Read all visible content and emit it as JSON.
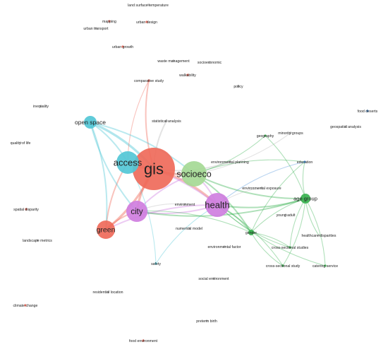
{
  "diagram": {
    "type": "keyword co-occurrence network",
    "clusters": {
      "red": "#ef6a5a",
      "cyan": "#52c7d6",
      "green_light": "#a5d995",
      "purple": "#cf7ee0",
      "green": "#38b24f",
      "blue": "#4a90d9",
      "gray": "#b8b8b8"
    },
    "nodes": [
      {
        "id": "gis",
        "label": "gis",
        "cluster": "red",
        "weight": 10
      },
      {
        "id": "access",
        "label": "access",
        "cluster": "cyan",
        "weight": 5
      },
      {
        "id": "socioeco",
        "label": "socioeco",
        "cluster": "green_light",
        "weight": 5
      },
      {
        "id": "health",
        "label": "health",
        "cluster": "purple",
        "weight": 5
      },
      {
        "id": "city",
        "label": "city",
        "cluster": "purple",
        "weight": 4
      },
      {
        "id": "green",
        "label": "green",
        "cluster": "red",
        "weight": 4
      },
      {
        "id": "open_space",
        "label": "open space",
        "cluster": "cyan",
        "weight": 3
      },
      {
        "id": "age_group",
        "label": "age group",
        "cluster": "green",
        "weight": 2
      },
      {
        "id": "land_surface_temperature",
        "label": "land surface temperature",
        "cluster": "gray",
        "weight": 0
      },
      {
        "id": "mapping",
        "label": "mapping",
        "cluster": "red",
        "weight": 0
      },
      {
        "id": "urban_transport",
        "label": "urban transport",
        "cluster": "gray",
        "weight": 0
      },
      {
        "id": "urban_design",
        "label": "urban design",
        "cluster": "red",
        "weight": 0
      },
      {
        "id": "urban_growth",
        "label": "urban growth",
        "cluster": "red",
        "weight": 0
      },
      {
        "id": "waste_management",
        "label": "waste management",
        "cluster": "gray",
        "weight": 0
      },
      {
        "id": "socioeconomic",
        "label": "socioeconomic",
        "cluster": "gray",
        "weight": 0
      },
      {
        "id": "walkability",
        "label": "walkability",
        "cluster": "red",
        "weight": 0
      },
      {
        "id": "comparative_study",
        "label": "comparative study",
        "cluster": "red",
        "weight": 0
      },
      {
        "id": "policy",
        "label": "policy",
        "cluster": "gray",
        "weight": 0
      },
      {
        "id": "inequality",
        "label": "inequality",
        "cluster": "gray",
        "weight": 0
      },
      {
        "id": "food_deserts",
        "label": "food deserts",
        "cluster": "blue",
        "weight": 0
      },
      {
        "id": "geospatial_analysis",
        "label": "geospatial analysis",
        "cluster": "gray",
        "weight": 0
      },
      {
        "id": "statistical_analysis",
        "label": "statistical analysis",
        "cluster": "gray",
        "weight": 0
      },
      {
        "id": "quality_of_life",
        "label": "quality of life",
        "cluster": "gray",
        "weight": 0
      },
      {
        "id": "geography",
        "label": "geography",
        "cluster": "green",
        "weight": 0
      },
      {
        "id": "minority_groups",
        "label": "minority groups",
        "cluster": "gray",
        "weight": 0
      },
      {
        "id": "environmental_planning",
        "label": "environmental planning",
        "cluster": "gray",
        "weight": 0
      },
      {
        "id": "education",
        "label": "education",
        "cluster": "blue",
        "weight": 0
      },
      {
        "id": "environmental_exposure",
        "label": "environmental exposure",
        "cluster": "gray",
        "weight": 0
      },
      {
        "id": "spatial_disparity",
        "label": "spatial disparity",
        "cluster": "red",
        "weight": 0
      },
      {
        "id": "environment",
        "label": "environment",
        "cluster": "gray",
        "weight": 0
      },
      {
        "id": "young_adult",
        "label": "young adult",
        "cluster": "gray",
        "weight": 0
      },
      {
        "id": "numerical_model",
        "label": "numerical model",
        "cluster": "gray",
        "weight": 0
      },
      {
        "id": "landscape_metrics",
        "label": "landscape metrics",
        "cluster": "gray",
        "weight": 0
      },
      {
        "id": "gender",
        "label": "gender",
        "cluster": "green",
        "weight": 1
      },
      {
        "id": "healthcare_disparities",
        "label": "healthcare disparities",
        "cluster": "gray",
        "weight": 0
      },
      {
        "id": "environmental_factor",
        "label": "environmental factor",
        "cluster": "gray",
        "weight": 0
      },
      {
        "id": "cross_sectional_studies",
        "label": "cross-sectional studies",
        "cluster": "green",
        "weight": 0
      },
      {
        "id": "safety",
        "label": "safety",
        "cluster": "cyan",
        "weight": 0
      },
      {
        "id": "cross_sectional_study",
        "label": "cross-sectional study",
        "cluster": "green",
        "weight": 0
      },
      {
        "id": "catering_service",
        "label": "catering service",
        "cluster": "green",
        "weight": 0
      },
      {
        "id": "social_environment",
        "label": "social environment",
        "cluster": "gray",
        "weight": 0
      },
      {
        "id": "residential_location",
        "label": "residential location",
        "cluster": "gray",
        "weight": 0
      },
      {
        "id": "climate_change",
        "label": "climate change",
        "cluster": "red",
        "weight": 0
      },
      {
        "id": "preterm_birth",
        "label": "preterm birth",
        "cluster": "gray",
        "weight": 0
      },
      {
        "id": "food_environment",
        "label": "food environment",
        "cluster": "red",
        "weight": 0
      }
    ],
    "edges": [
      {
        "s": "gis",
        "t": "access",
        "c": "red"
      },
      {
        "s": "gis",
        "t": "socioeco",
        "c": "red"
      },
      {
        "s": "gis",
        "t": "health",
        "c": "red"
      },
      {
        "s": "gis",
        "t": "city",
        "c": "red"
      },
      {
        "s": "gis",
        "t": "green",
        "c": "red"
      },
      {
        "s": "gis",
        "t": "open_space",
        "c": "cyan"
      },
      {
        "s": "gis",
        "t": "comparative_study",
        "c": "red"
      },
      {
        "s": "access",
        "t": "green",
        "c": "red"
      },
      {
        "s": "access",
        "t": "health",
        "c": "purple"
      },
      {
        "s": "access",
        "t": "open_space",
        "c": "cyan"
      },
      {
        "s": "access",
        "t": "comparative_study",
        "c": "red"
      },
      {
        "s": "city",
        "t": "health",
        "c": "purple"
      },
      {
        "s": "city",
        "t": "socioeco",
        "c": "purple"
      },
      {
        "s": "city",
        "t": "green",
        "c": "red"
      },
      {
        "s": "green",
        "t": "health",
        "c": "purple"
      },
      {
        "s": "green",
        "t": "open_space",
        "c": "cyan"
      },
      {
        "s": "open_space",
        "t": "socioeco",
        "c": "cyan"
      },
      {
        "s": "open_space",
        "t": "city",
        "c": "cyan"
      },
      {
        "s": "socioeco",
        "t": "health",
        "c": "purple"
      },
      {
        "s": "socioeco",
        "t": "age_group",
        "c": "green"
      },
      {
        "s": "socioeco",
        "t": "education",
        "c": "green"
      },
      {
        "s": "socioeco",
        "t": "geography",
        "c": "green"
      },
      {
        "s": "socioeco",
        "t": "gender",
        "c": "green"
      },
      {
        "s": "health",
        "t": "age_group",
        "c": "green"
      },
      {
        "s": "health",
        "t": "gender",
        "c": "green"
      },
      {
        "s": "health",
        "t": "cross_sectional_studies",
        "c": "green"
      },
      {
        "s": "health",
        "t": "cross_sectional_study",
        "c": "green"
      },
      {
        "s": "health",
        "t": "catering_service",
        "c": "green"
      },
      {
        "s": "health",
        "t": "education",
        "c": "blue"
      },
      {
        "s": "health",
        "t": "safety",
        "c": "cyan"
      },
      {
        "s": "access",
        "t": "safety",
        "c": "cyan"
      },
      {
        "s": "age_group",
        "t": "gender",
        "c": "green"
      },
      {
        "s": "age_group",
        "t": "education",
        "c": "green"
      },
      {
        "s": "age_group",
        "t": "geography",
        "c": "green"
      },
      {
        "s": "age_group",
        "t": "cross_sectional_study",
        "c": "green"
      },
      {
        "s": "age_group",
        "t": "cross_sectional_studies",
        "c": "green"
      },
      {
        "s": "age_group",
        "t": "catering_service",
        "c": "green"
      },
      {
        "s": "age_group",
        "t": "healthcare_disparities",
        "c": "green"
      },
      {
        "s": "gender",
        "t": "cross_sectional_studies",
        "c": "green"
      },
      {
        "s": "gender",
        "t": "cross_sectional_study",
        "c": "green"
      },
      {
        "s": "gender",
        "t": "education",
        "c": "green"
      },
      {
        "s": "city",
        "t": "age_group",
        "c": "green"
      },
      {
        "s": "city",
        "t": "gender",
        "c": "green"
      },
      {
        "s": "gis",
        "t": "environmental_planning",
        "c": "gray"
      },
      {
        "s": "gis",
        "t": "statistical_analysis",
        "c": "gray"
      },
      {
        "s": "access",
        "t": "socioeco",
        "c": "gray"
      },
      {
        "s": "health",
        "t": "environmental_exposure",
        "c": "gray"
      },
      {
        "s": "socioeco",
        "t": "minority_groups",
        "c": "gray"
      },
      {
        "s": "city",
        "t": "environment",
        "c": "gray"
      }
    ]
  }
}
